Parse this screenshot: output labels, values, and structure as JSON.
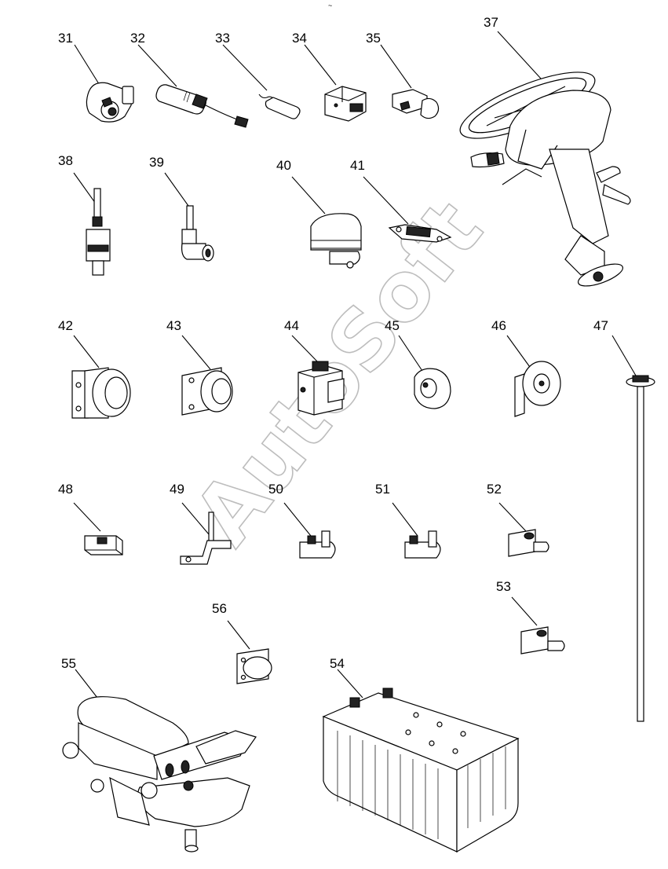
{
  "header_mark": "~",
  "watermark": "AutoSoft",
  "parts": [
    {
      "no": "31",
      "name": "31"
    },
    {
      "no": "32",
      "name": "32"
    },
    {
      "no": "33",
      "name": "33"
    },
    {
      "no": "34",
      "name": "34"
    },
    {
      "no": "35",
      "name": "35"
    },
    {
      "no": "37",
      "name": "37"
    },
    {
      "no": "38",
      "name": "38"
    },
    {
      "no": "39",
      "name": "39"
    },
    {
      "no": "40",
      "name": "40"
    },
    {
      "no": "41",
      "name": "41"
    },
    {
      "no": "42",
      "name": "42"
    },
    {
      "no": "43",
      "name": "43"
    },
    {
      "no": "44",
      "name": "44"
    },
    {
      "no": "45",
      "name": "45"
    },
    {
      "no": "46",
      "name": "46"
    },
    {
      "no": "47",
      "name": "47"
    },
    {
      "no": "48",
      "name": "48"
    },
    {
      "no": "49",
      "name": "49"
    },
    {
      "no": "50",
      "name": "50"
    },
    {
      "no": "51",
      "name": "51"
    },
    {
      "no": "52",
      "name": "52"
    },
    {
      "no": "53",
      "name": "53"
    },
    {
      "no": "54",
      "name": "54"
    },
    {
      "no": "55",
      "name": "55"
    },
    {
      "no": "56",
      "name": "56"
    }
  ]
}
